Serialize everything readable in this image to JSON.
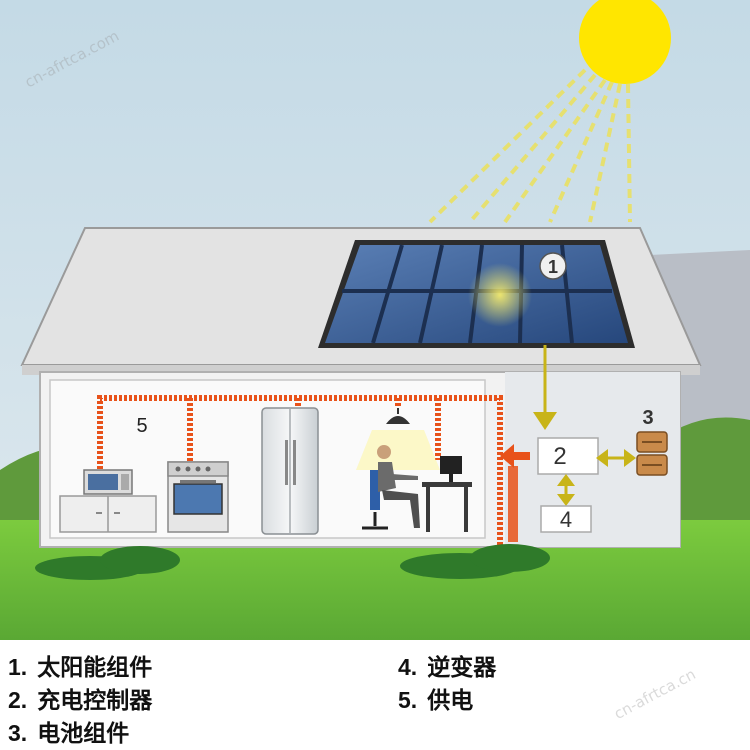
{
  "markers": {
    "m1": "1",
    "m2": "2",
    "m3": "3",
    "m4": "4",
    "m5": "5"
  },
  "legend": {
    "items": [
      {
        "num": "1.",
        "label": "太阳能组件"
      },
      {
        "num": "2.",
        "label": "充电控制器"
      },
      {
        "num": "3.",
        "label": "电池组件"
      },
      {
        "num": "4.",
        "label": "逆变器"
      },
      {
        "num": "5.",
        "label": "供电"
      }
    ]
  },
  "watermarks": {
    "w1": "cn-afrtca.com",
    "w2": "cn-afrtca.cn"
  },
  "colors": {
    "sky": "#c9dde8",
    "sun": "#ffe600",
    "wire": "#e8521a",
    "arrow": "#c8b418",
    "grass": "#6cbd3a",
    "panel": "#3a5f95"
  }
}
